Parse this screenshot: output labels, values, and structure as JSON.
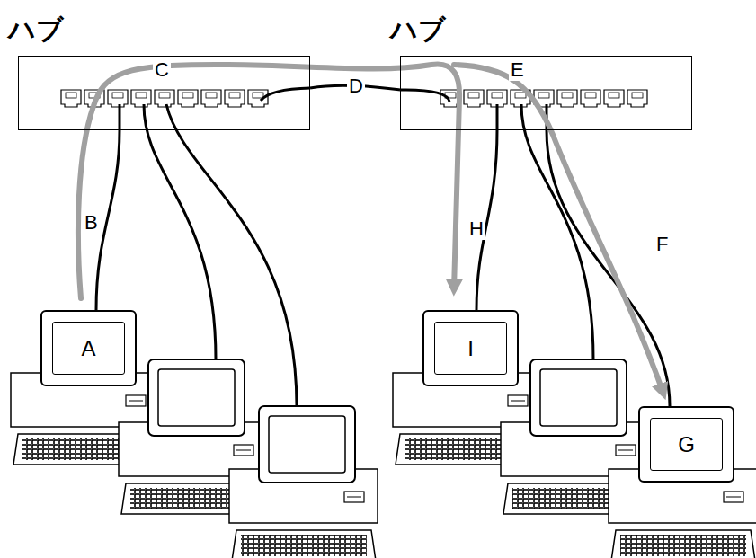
{
  "diagram": {
    "nodes": [
      {
        "text": [
          "ハブ"
        ]
      },
      {
        "text": [
          "ハブ"
        ]
      },
      {
        "text": [
          "A"
        ]
      },
      {
        "text": [
          "I"
        ]
      },
      {
        "text": [
          "G"
        ]
      }
    ],
    "edges": [
      {
        "from": 2,
        "to": 0,
        "arrow": "none",
        "label": "B"
      },
      {
        "from": 0,
        "to": 1,
        "arrow": "none",
        "label": "D"
      },
      {
        "from": 1,
        "to": 3,
        "arrow": "none",
        "label": "H"
      },
      {
        "from": 1,
        "to": 4,
        "arrow": "none",
        "label": "F"
      }
    ],
    "labels": [
      "C",
      "E"
    ]
  }
}
